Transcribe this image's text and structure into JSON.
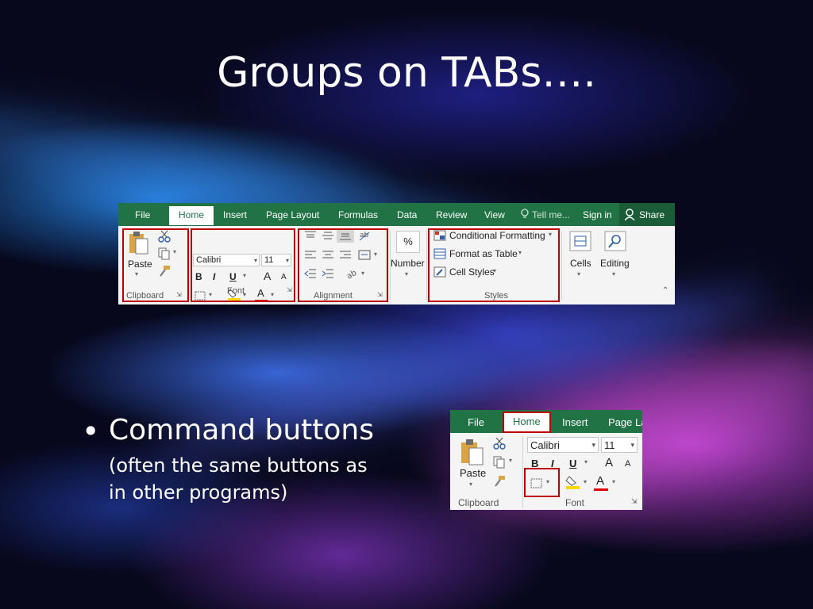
{
  "slide": {
    "title": "Groups on TABs….",
    "bullet": "•",
    "bullet_main": "Command buttons",
    "bullet_sub_line1": "(often the same buttons as",
    "bullet_sub_line2": "in other programs)"
  },
  "ribbon": {
    "tabs": [
      "File",
      "Home",
      "Insert",
      "Page Layout",
      "Formulas",
      "Data",
      "Review",
      "View"
    ],
    "active_tab": "Home",
    "tell_me": "Tell me...",
    "sign_in": "Sign in",
    "share": "Share",
    "clipboard": {
      "paste": "Paste",
      "label": "Clipboard"
    },
    "font": {
      "name": "Calibri",
      "size": "11",
      "bold": "B",
      "italic": "I",
      "underline": "U",
      "grow": "A",
      "shrink": "A",
      "font_color": "A",
      "label": "Font"
    },
    "alignment": {
      "label": "Alignment"
    },
    "number": {
      "symbol": "%",
      "label": "Number"
    },
    "styles": {
      "conditional": "Conditional Formatting",
      "format_table": "Format as Table",
      "cell_styles": "Cell Styles",
      "label": "Styles"
    },
    "cells": {
      "label": "Cells"
    },
    "editing": {
      "label": "Editing"
    }
  },
  "ribbon_small": {
    "tabs": [
      "File",
      "Home",
      "Insert",
      "Page La"
    ],
    "paste": "Paste",
    "clipboard_label": "Clipboard",
    "font_name": "Calibri",
    "font_size": "11",
    "bold": "B",
    "italic": "I",
    "underline": "U",
    "grow": "A",
    "shrink": "A",
    "font_color": "A",
    "font_label": "Font"
  },
  "colors": {
    "excel_green": "#217346",
    "highlight_red": "#c00000",
    "accent_yellow": "#ffd800"
  }
}
